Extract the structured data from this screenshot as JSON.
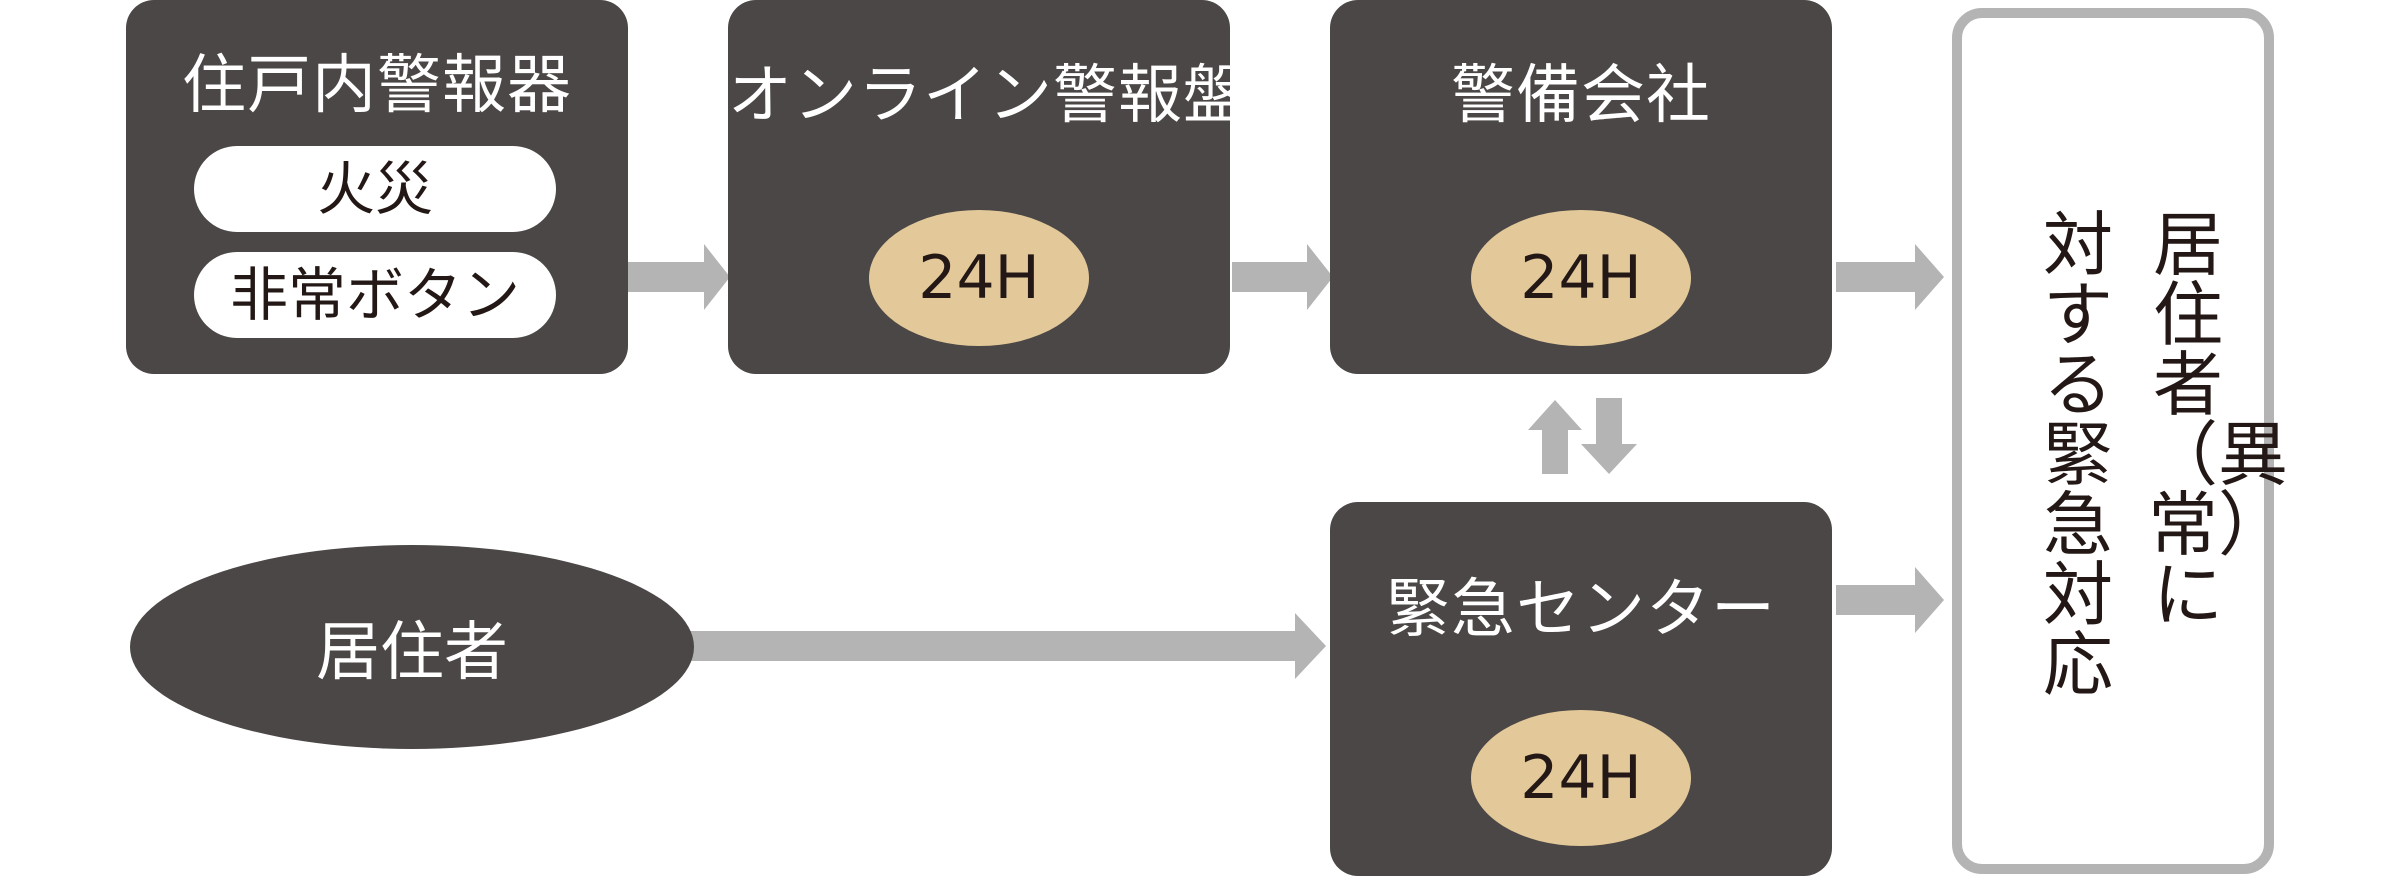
{
  "alarm_box": {
    "title": "住戸内警報器",
    "items": [
      "火災",
      "非常ボタン"
    ]
  },
  "online_box": {
    "title": "オンライン警報盤",
    "badge": "24H"
  },
  "security_box": {
    "title": "警備会社",
    "badge": "24H"
  },
  "emergency_box": {
    "title": "緊急センター",
    "badge": "24H"
  },
  "resident": {
    "label": "居住者"
  },
  "result": {
    "line1": "居住者（異常）に",
    "line2": "対する緊急対応"
  },
  "colors": {
    "box": "#4b4746",
    "badge": "#e3c99a",
    "arrow": "#b4b4b4",
    "result_border": "#b4b4b4"
  }
}
